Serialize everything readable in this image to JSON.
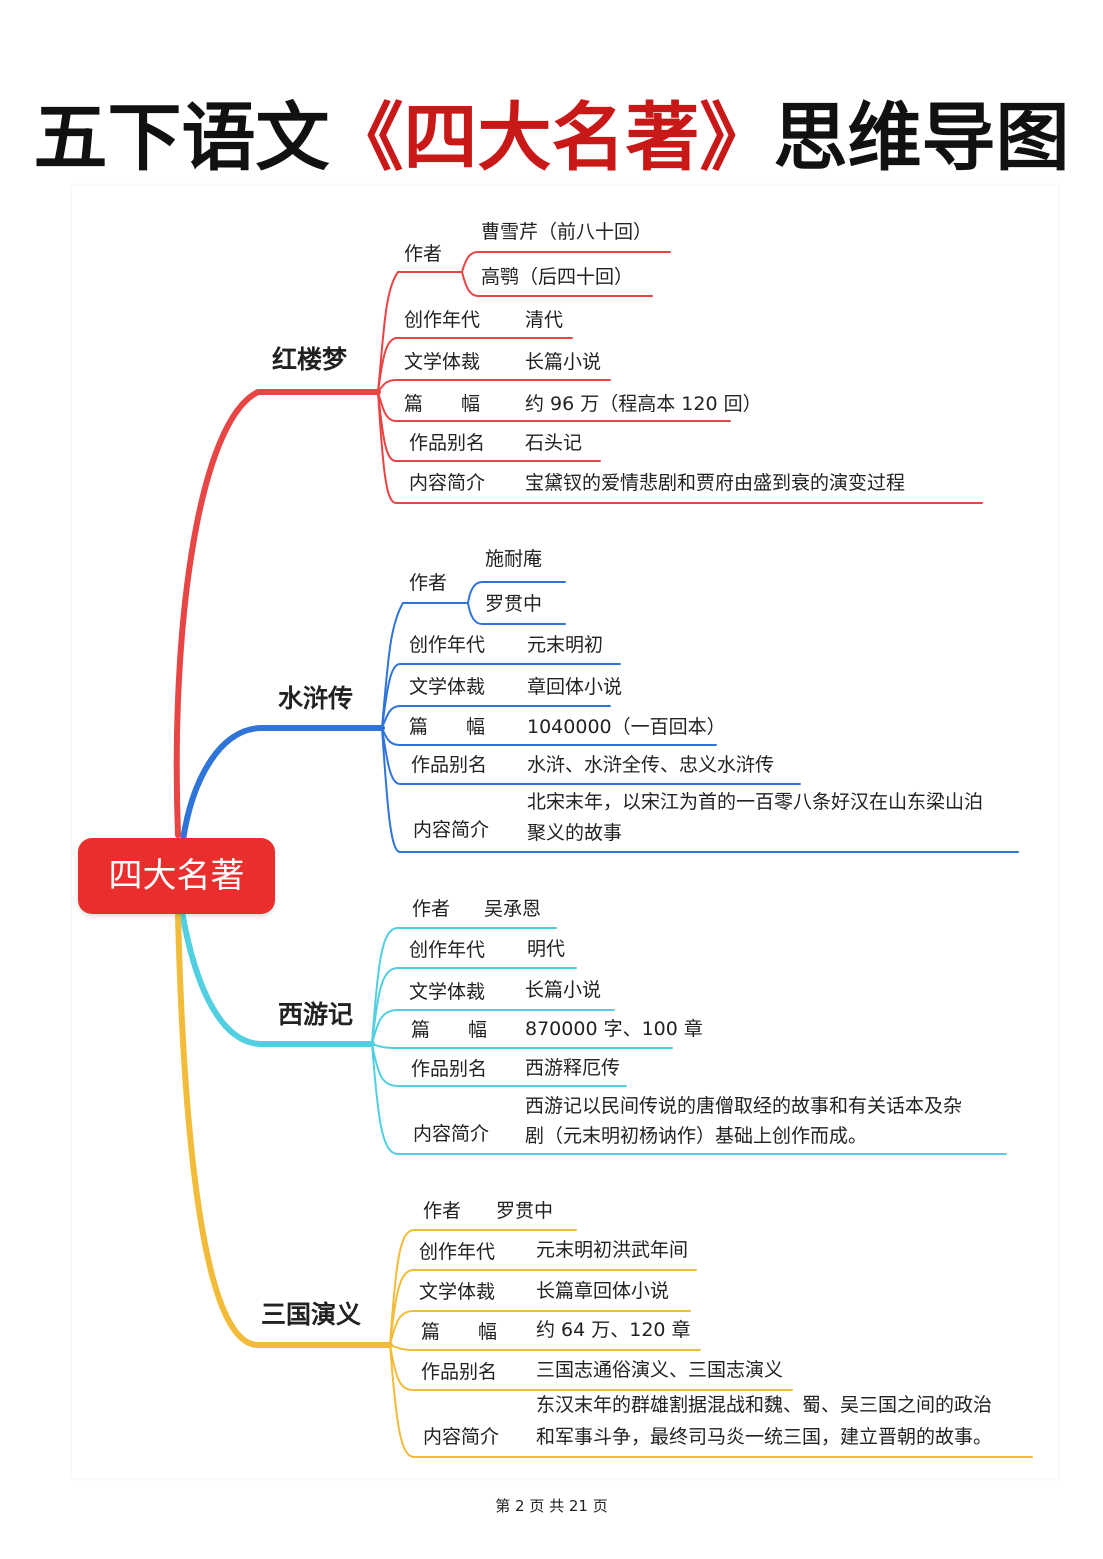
{
  "title": {
    "pre": "五下语文",
    "highlight": "《四大名著》",
    "post": "思维导图"
  },
  "root": "四大名著",
  "colors": {
    "hongloumeng": "#e84545",
    "shuihu": "#2f74d8",
    "xiyouji": "#52cfe0",
    "sanguo": "#f2bb3a",
    "root_bg": "#ea2d2d",
    "title_highlight": "#c81818"
  },
  "books": [
    {
      "name": "红楼梦",
      "author_label": "作者",
      "authors": [
        "曹雪芹（前八十回）",
        "高鹗（后四十回）"
      ],
      "rows": [
        {
          "label": "创作年代",
          "value": "清代"
        },
        {
          "label": "文学体裁",
          "value": "长篇小说"
        },
        {
          "label": "篇　　幅",
          "value": "约 96 万（程高本 120 回）"
        },
        {
          "label": "作品别名",
          "value": "石头记"
        },
        {
          "label": "内容简介",
          "value": "宝黛钗的爱情悲剧和贾府由盛到衰的演变过程"
        }
      ]
    },
    {
      "name": "水浒传",
      "author_label": "作者",
      "authors": [
        "施耐庵",
        "罗贯中"
      ],
      "rows": [
        {
          "label": "创作年代",
          "value": "元末明初"
        },
        {
          "label": "文学体裁",
          "value": "章回体小说"
        },
        {
          "label": "篇　　幅",
          "value": "1040000（一百回本）"
        },
        {
          "label": "作品别名",
          "value": "水浒、水浒全传、忠义水浒传"
        },
        {
          "label": "内容简介",
          "value": [
            "北宋末年，以宋江为首的一百零八条好汉在山东梁山泊",
            "聚义的故事"
          ]
        }
      ]
    },
    {
      "name": "西游记",
      "author_label": "作者",
      "authors": [
        "吴承恩"
      ],
      "rows": [
        {
          "label": "创作年代",
          "value": "明代"
        },
        {
          "label": "文学体裁",
          "value": "长篇小说"
        },
        {
          "label": "篇　　幅",
          "value": "870000 字、100 章"
        },
        {
          "label": "作品别名",
          "value": "西游释厄传"
        },
        {
          "label": "内容简介",
          "value": [
            "西游记以民间传说的唐僧取经的故事和有关话本及杂",
            "剧（元末明初杨讷作）基础上创作而成。"
          ]
        }
      ]
    },
    {
      "name": "三国演义",
      "author_label": "作者",
      "authors": [
        "罗贯中"
      ],
      "rows": [
        {
          "label": "创作年代",
          "value": "元末明初洪武年间"
        },
        {
          "label": "文学体裁",
          "value": "长篇章回体小说"
        },
        {
          "label": "篇　　幅",
          "value": "约 64 万、120 章"
        },
        {
          "label": "作品别名",
          "value": "三国志通俗演义、三国志演义"
        },
        {
          "label": "内容简介",
          "value": [
            "东汉末年的群雄割据混战和魏、蜀、吴三国之间的政治",
            "和军事斗争，最终司马炎一统三国，建立晋朝的故事。"
          ]
        }
      ]
    }
  ],
  "footer": "第 2 页 共 21 页"
}
